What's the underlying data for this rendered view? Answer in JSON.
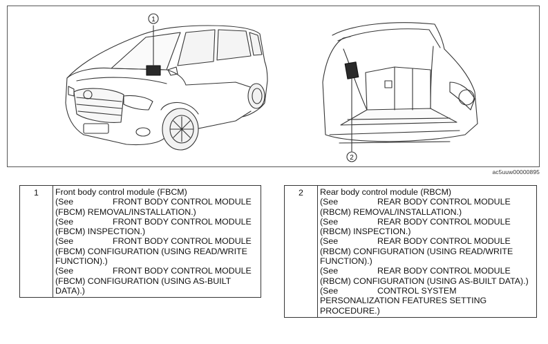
{
  "figure": {
    "callouts": [
      "1",
      "2"
    ],
    "figure_id": "ac5uuw00000895"
  },
  "legend_left": {
    "number": "1",
    "title": "Front body control module (FBCM)",
    "refs": [
      {
        "see": "(See",
        "first": "FRONT BODY CONTROL MODULE",
        "rest": "(FBCM) REMOVAL/INSTALLATION.)"
      },
      {
        "see": "(See",
        "first": "FRONT BODY CONTROL MODULE",
        "rest": "(FBCM) INSPECTION.)"
      },
      {
        "see": "(See",
        "first": "FRONT BODY CONTROL MODULE",
        "rest": "(FBCM) CONFIGURATION (USING READ/WRITE FUNCTION).)"
      },
      {
        "see": "(See",
        "first": "FRONT BODY CONTROL MODULE",
        "rest": "(FBCM) CONFIGURATION (USING AS-BUILT DATA).)"
      }
    ]
  },
  "legend_right": {
    "number": "2",
    "title": "Rear body control module (RBCM)",
    "refs": [
      {
        "see": "(See",
        "first": "REAR BODY CONTROL MODULE",
        "rest": "(RBCM) REMOVAL/INSTALLATION.)"
      },
      {
        "see": "(See",
        "first": "REAR BODY CONTROL MODULE",
        "rest": "(RBCM) INSPECTION.)"
      },
      {
        "see": "(See",
        "first": "REAR BODY CONTROL MODULE",
        "rest": "(RBCM) CONFIGURATION (USING READ/WRITE FUNCTION).)"
      },
      {
        "see": "(See",
        "first": "REAR BODY CONTROL MODULE",
        "rest": "(RBCM) CONFIGURATION (USING AS-BUILT DATA).)"
      },
      {
        "see": "(See",
        "first": "CONTROL SYSTEM",
        "rest": "PERSONALIZATION FEATURES SETTING PROCEDURE.)"
      }
    ]
  }
}
